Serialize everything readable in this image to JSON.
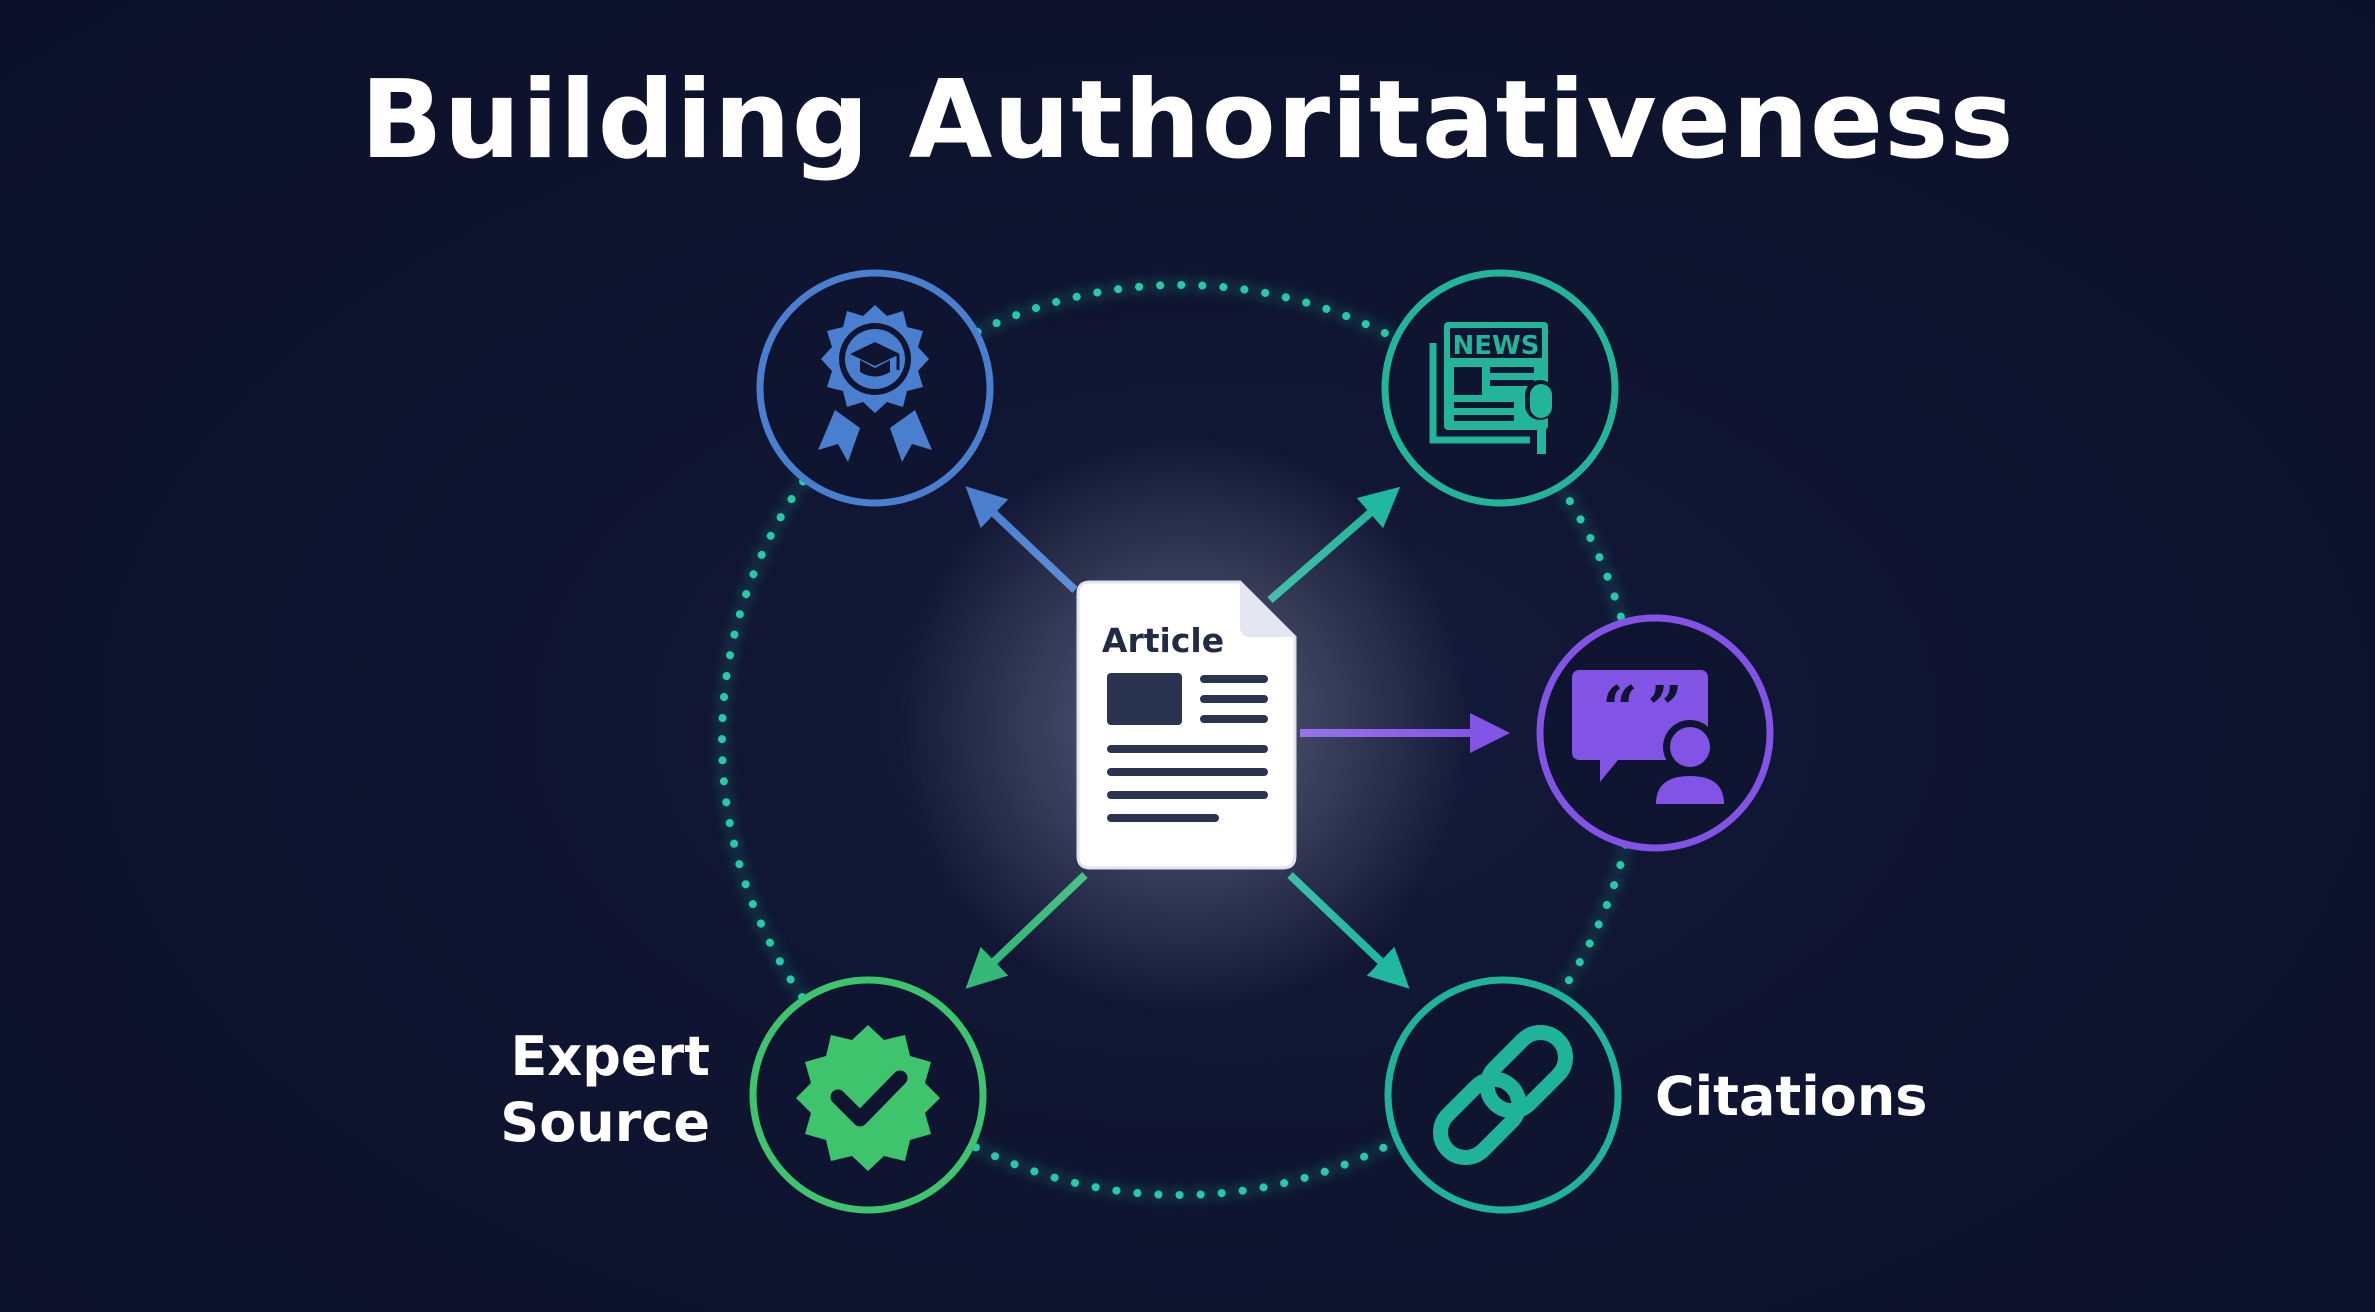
{
  "title": "Building Authoritativeness",
  "center": {
    "label": "Article",
    "icon": "article-document-icon"
  },
  "nodes": [
    {
      "id": "award",
      "icon": "award-badge-graduation-cap-icon",
      "color": "#4a7fd0",
      "label": ""
    },
    {
      "id": "news",
      "icon": "news-microphone-icon",
      "text": "NEWS",
      "color": "#22b59a",
      "label": ""
    },
    {
      "id": "quote",
      "icon": "quote-speech-person-icon",
      "color": "#8254e6",
      "label": ""
    },
    {
      "id": "expert",
      "icon": "verified-check-badge-icon",
      "color": "#3dc46d",
      "label": "Expert Source"
    },
    {
      "id": "citations",
      "icon": "chain-link-icon",
      "color": "#1fb39a",
      "label": "Citations"
    }
  ],
  "colors": {
    "background": "#0f1430",
    "ring": "#1fc4a4",
    "white": "#ffffff"
  }
}
